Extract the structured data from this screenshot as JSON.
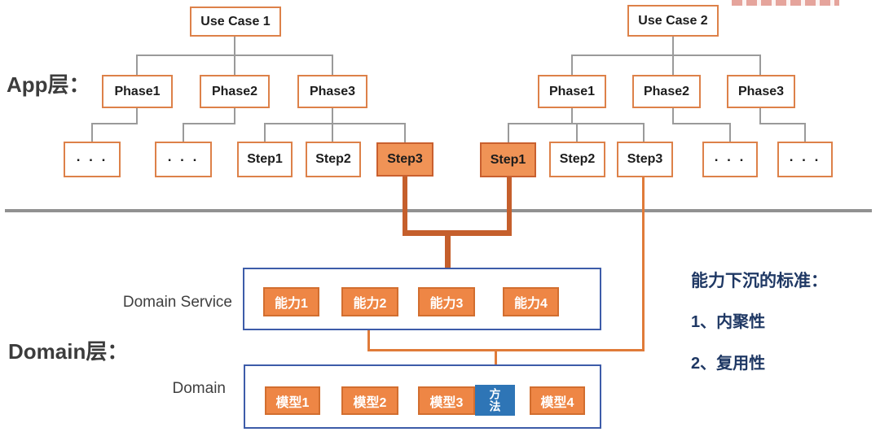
{
  "app_layer": {
    "label": "App层：",
    "trees": [
      {
        "title": "Use Case 1",
        "phases": [
          "Phase1",
          "Phase2",
          "Phase3"
        ],
        "leaves": [
          ". . .",
          ". . .",
          "Step1",
          "Step2",
          "Step3"
        ]
      },
      {
        "title": "Use Case 2",
        "phases": [
          "Phase1",
          "Phase2",
          "Phase3"
        ],
        "leaves": [
          "Step1",
          "Step2",
          "Step3",
          ". . .",
          ". . ."
        ]
      }
    ]
  },
  "domain_layer": {
    "label": "Domain层：",
    "domain_service": {
      "label": "Domain Service",
      "capabilities": [
        "能力1",
        "能力2",
        "能力3",
        "能力4"
      ]
    },
    "domain": {
      "label": "Domain",
      "models": [
        "模型1",
        "模型2",
        "模型3",
        "模型4"
      ],
      "method": "方法"
    }
  },
  "notes": {
    "heading": "能力下沉的标准：",
    "items": [
      "1、内聚性",
      "2、复用性"
    ]
  },
  "colors": {
    "box_border_orange": "#dd8149",
    "highlight_fill": "#f09356",
    "chip_fill": "#ee8645",
    "funnel_dark_orange": "#c55f2c",
    "thin_connector_orange": "#e07b39",
    "container_border_blue": "#3d5ca9",
    "method_blue": "#2e75b6",
    "note_navy": "#1f3864",
    "divider_gray": "#919191"
  }
}
